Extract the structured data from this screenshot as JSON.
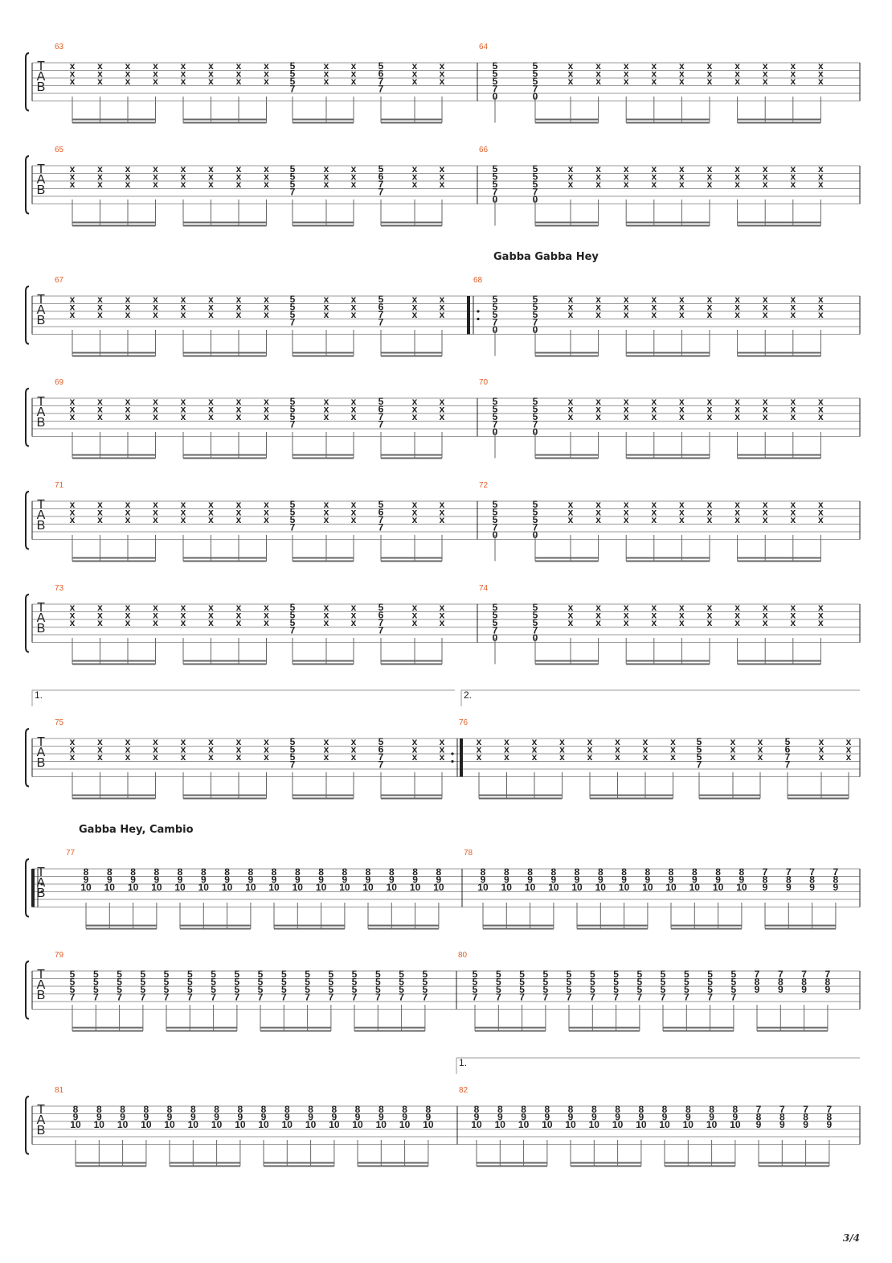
{
  "page_number": "3/4",
  "tab_letters": [
    "T",
    "A",
    "B"
  ],
  "section_labels": [
    "Gabba Gabba Hey",
    "Gabba Hey, Cambio"
  ],
  "endings": [
    "1.",
    "2.",
    "1."
  ],
  "systems": [
    {
      "measures": [
        63,
        64
      ]
    },
    {
      "measures": [
        65,
        66
      ]
    },
    {
      "measures": [
        67,
        68
      ],
      "label": "Gabba Gabba Hey"
    },
    {
      "measures": [
        69,
        70
      ]
    },
    {
      "measures": [
        71,
        72
      ]
    },
    {
      "measures": [
        73,
        74
      ]
    },
    {
      "measures": [
        75,
        76
      ],
      "endings": [
        "1.",
        "2."
      ]
    },
    {
      "measures": [
        77,
        78
      ],
      "label": "Gabba Hey, Cambio"
    },
    {
      "measures": [
        79,
        80
      ]
    },
    {
      "measures": [
        81,
        82
      ],
      "endings": [
        "1."
      ]
    }
  ],
  "patterns": {
    "riffA": [
      [
        "x",
        "x",
        "x"
      ],
      [
        "x",
        "x",
        "x"
      ],
      [
        "x",
        "x",
        "x"
      ],
      [
        "x",
        "x",
        "x"
      ],
      [
        "x",
        "x",
        "x"
      ],
      [
        "x",
        "x",
        "x"
      ],
      [
        "x",
        "x",
        "x"
      ],
      [
        "x",
        "x",
        "x"
      ],
      [
        "5",
        "5",
        "5",
        "7"
      ],
      [
        "x",
        "x",
        "x"
      ],
      [
        "x",
        "x",
        "x"
      ],
      [
        "5",
        "6",
        "7",
        "7"
      ],
      [
        "x",
        "x",
        "x"
      ],
      [
        "x",
        "x",
        "x"
      ]
    ],
    "riffB": [
      [
        "5",
        "5",
        "5",
        "7",
        "0"
      ],
      [
        "5",
        "5",
        "5",
        "7",
        "0"
      ],
      [
        "x",
        "x",
        "x"
      ],
      [
        "x",
        "x",
        "x"
      ],
      [
        "x",
        "x",
        "x"
      ],
      [
        "x",
        "x",
        "x"
      ],
      [
        "x",
        "x",
        "x"
      ],
      [
        "x",
        "x",
        "x"
      ],
      [
        "x",
        "x",
        "x"
      ],
      [
        "x",
        "x",
        "x"
      ],
      [
        "x",
        "x",
        "x"
      ],
      [
        "x",
        "x",
        "x"
      ]
    ],
    "chordA": [
      "8",
      "9",
      "10"
    ],
    "chordB": [
      "7",
      "8",
      "9"
    ],
    "chordC": [
      "5",
      "5",
      "5",
      "7"
    ]
  },
  "colors": {
    "measure_number": "#e0602a",
    "ink": "#222222",
    "staff_line": "#9a9a9a",
    "beam": "#666666"
  }
}
